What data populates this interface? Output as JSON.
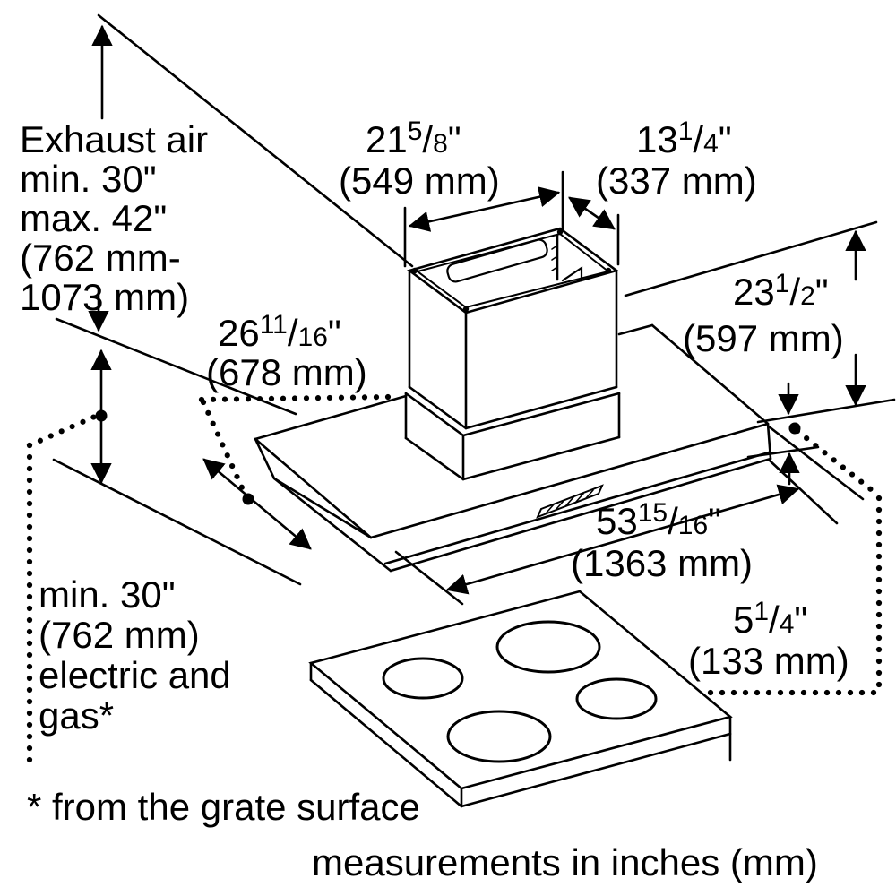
{
  "colors": {
    "ink": "#000000",
    "paper": "#ffffff"
  },
  "glyphs": {
    "slash": "/",
    "inch": "\""
  },
  "exhaust_note": {
    "lines": [
      "Exhaust air",
      "min. 30\"",
      "max. 42\"",
      "(762 mm-",
      "1073 mm)"
    ]
  },
  "dims": {
    "chimney_width": {
      "int": "21",
      "num": "5",
      "den": "8",
      "mm": "(549 mm)"
    },
    "duct_offset": {
      "int": "13",
      "num": "1",
      "den": "4",
      "mm": "(337 mm)"
    },
    "hood_depth": {
      "int": "26",
      "num": "11",
      "den": "16",
      "mm": "(678 mm)"
    },
    "ceiling_to_hood": {
      "int": "23",
      "num": "1",
      "den": "2",
      "mm": "(597 mm)"
    },
    "hood_width": {
      "int": "53",
      "num": "15",
      "den": "16",
      "mm": "(1363 mm)"
    },
    "hood_body_height": {
      "int": "5",
      "num": "1",
      "den": "4",
      "mm": "(133 mm)"
    }
  },
  "clearance_note": {
    "lines": [
      "min. 30\"",
      "(762 mm)",
      "electric and",
      "gas*"
    ]
  },
  "footnote": "* from the grate surface",
  "units_note": "measurements in inches (mm)"
}
